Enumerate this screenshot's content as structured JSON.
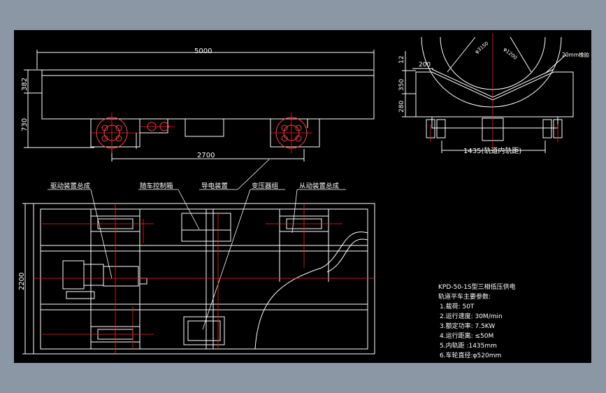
{
  "colors": {
    "frame": "#8c97a6",
    "canvas": "#000000",
    "line": "#ffffff",
    "center": "#ff2020",
    "wheel": "#ff4040"
  },
  "side_view": {
    "dim_length": "5000",
    "dim_top_height": "382",
    "dim_total_height": "730",
    "dim_wheelbase": "2700"
  },
  "end_view": {
    "dim_tube_outer": "φ3150",
    "dim_tube_inner": "φ1200",
    "rubber_note": "20mm橡胶",
    "dim_width_top": "200",
    "dim_a": "12",
    "dim_b": "350",
    "dim_c": "280",
    "gauge_note": "1435(轨道内轨距)"
  },
  "callouts": {
    "drive": "驱动装置总成",
    "control_box": "随车控制箱",
    "conductor": "导电装置",
    "transformer": "变压器组",
    "driven": "从动装置总成"
  },
  "plan_view": {
    "dim_width": "2200"
  },
  "specs": {
    "title_line1": "KPD-50-1S型三相低压供电",
    "title_line2": "轨道平车主要参数:",
    "items": [
      "1.载荷: 50T",
      "2.运行速度: 30M/min",
      "3.额定功率: 7.5KW",
      "4.运行距离: ≤50M",
      "5.内轨距 :1435mm",
      "6.车轮直径:φ520mm"
    ]
  }
}
